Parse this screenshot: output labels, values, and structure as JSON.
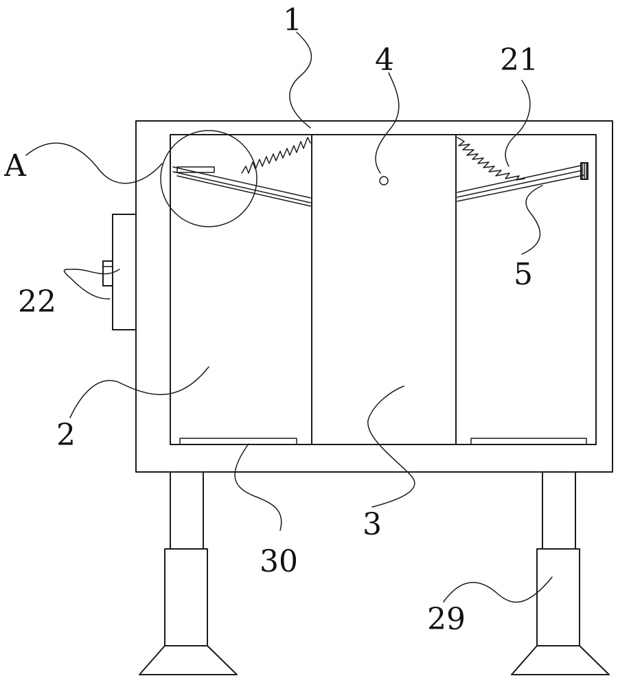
{
  "labels": {
    "l1": "1",
    "l4": "4",
    "l21": "21",
    "lA": "A",
    "l22": "22",
    "l5": "5",
    "l2": "2",
    "l3": "3",
    "l30": "30",
    "l29": "29"
  }
}
